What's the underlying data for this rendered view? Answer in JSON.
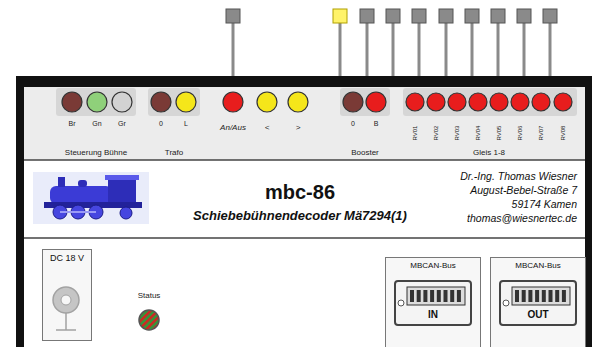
{
  "diagram": {
    "nodes": [
      {
        "text": [
          "mbc-86",
          "Schiebebühnendecoder Mä7294(1)",
          "Dr.-Ing. Thomas Wiesner",
          "August-Bebel-Straße 7",
          "59174 Kamen",
          "thomas@wiesnertec.de"
        ]
      },
      {
        "text": [
          "DC 18 V"
        ]
      },
      {
        "text": [
          "MBCAN-Bus"
        ]
      },
      {
        "text": [
          "IN"
        ],
        "in": 2
      },
      {
        "text": [
          "MBCAN-Bus"
        ]
      },
      {
        "text": [
          "OUT"
        ],
        "in": 4
      }
    ],
    "labels": [
      "Br",
      "Gn",
      "Gr",
      "0",
      "L",
      "An/Aus",
      "<",
      ">",
      "0",
      "B",
      "RV01",
      "RV02",
      "RV03",
      "RV04",
      "RV05",
      "RV06",
      "RV07",
      "RV08",
      "Steuerung Bühne",
      "Trafo",
      "Booster",
      "Gleis 1-8",
      "Status"
    ]
  }
}
